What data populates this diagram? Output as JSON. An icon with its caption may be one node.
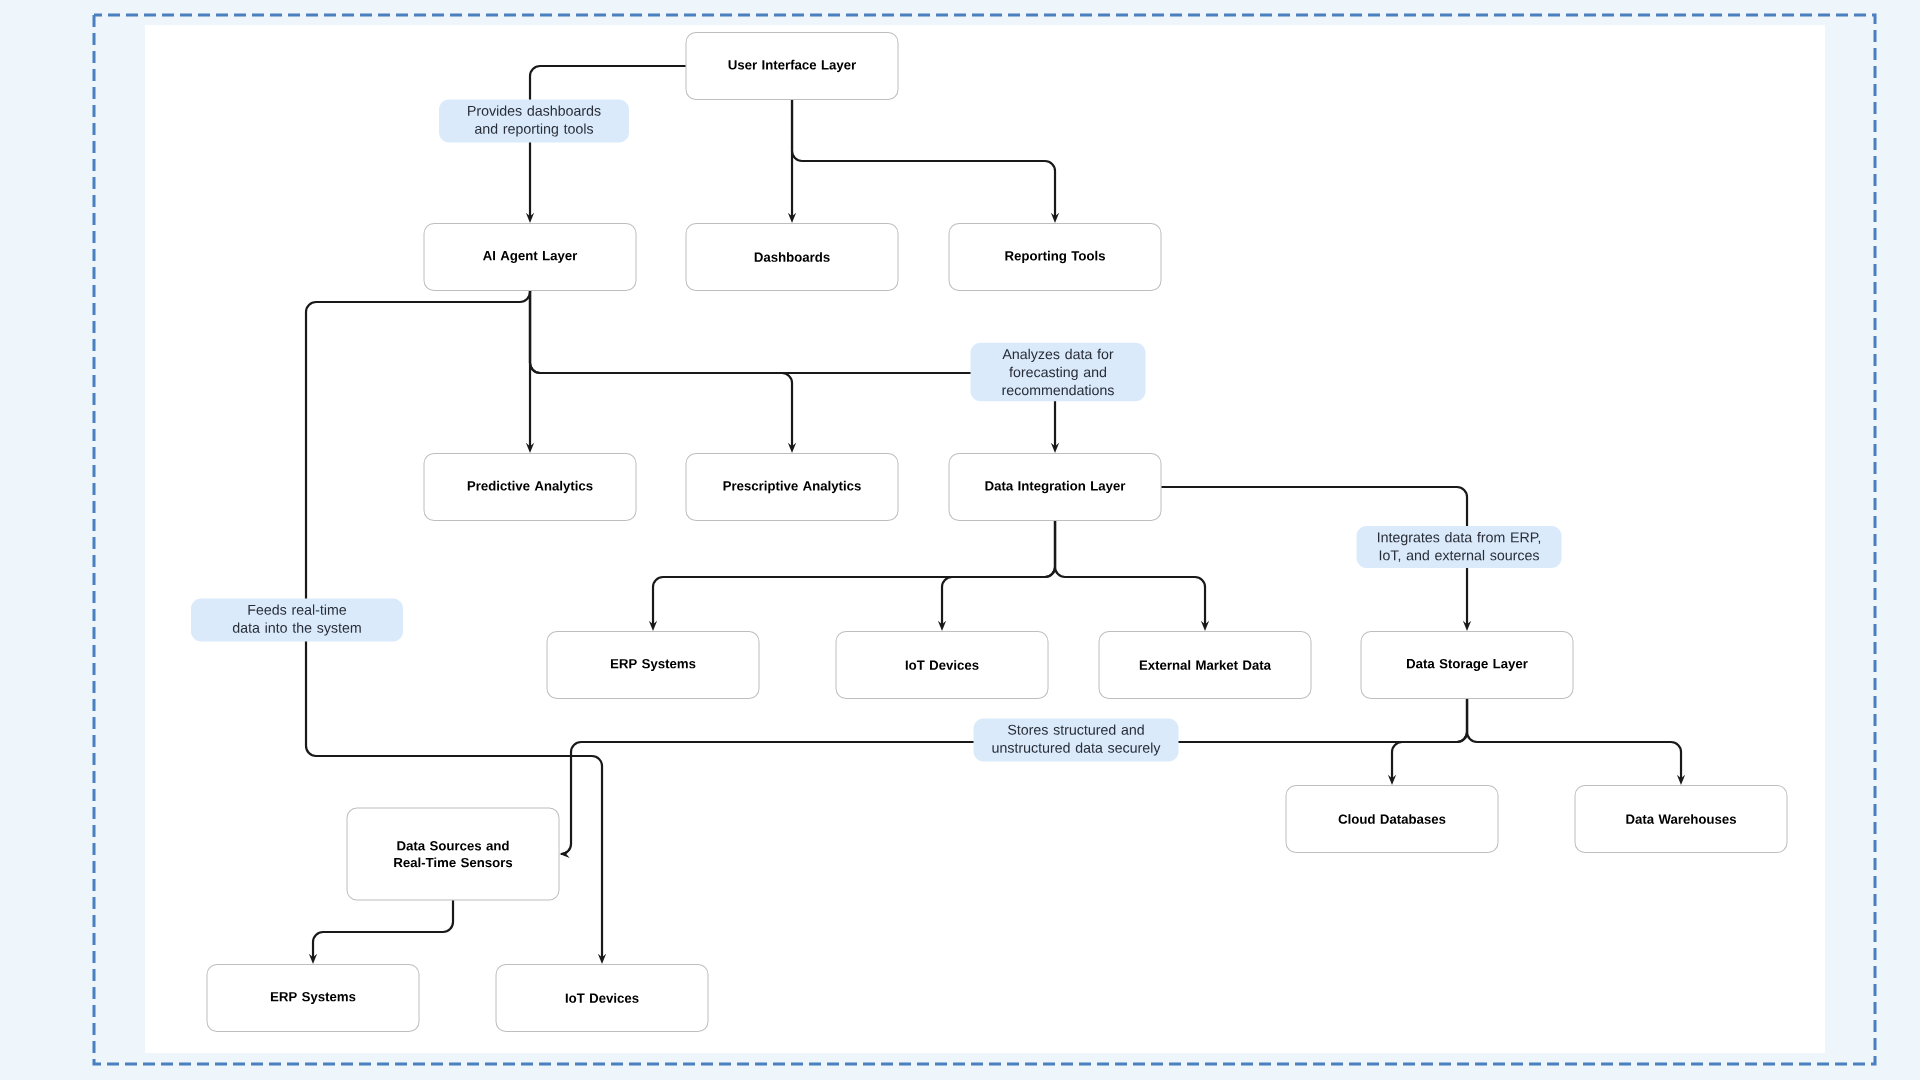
{
  "diagram": {
    "nodes": [
      {
        "text": [
          "User Interface Layer"
        ]
      },
      {
        "text": [
          "AI Agent Layer"
        ]
      },
      {
        "text": [
          "Dashboards"
        ]
      },
      {
        "text": [
          "Reporting Tools"
        ]
      },
      {
        "text": [
          "Predictive Analytics"
        ]
      },
      {
        "text": [
          "Prescriptive Analytics"
        ]
      },
      {
        "text": [
          "Data Integration Layer"
        ]
      },
      {
        "text": [
          "ERP Systems"
        ]
      },
      {
        "text": [
          "IoT Devices"
        ]
      },
      {
        "text": [
          "External Market Data"
        ]
      },
      {
        "text": [
          "Data Storage Layer"
        ]
      },
      {
        "text": [
          "Cloud Databases"
        ]
      },
      {
        "text": [
          "Data Warehouses"
        ]
      },
      {
        "text": [
          "Data Sources and Real-Time Sensors"
        ]
      },
      {
        "text": [
          "ERP Systems"
        ]
      },
      {
        "text": [
          "IoT Devices"
        ]
      }
    ],
    "edges": [
      {
        "from": 0,
        "to": 1,
        "arrow": "to",
        "label": "Provides dashboards and reporting tools"
      },
      {
        "from": 0,
        "to": 2,
        "arrow": "to"
      },
      {
        "from": 0,
        "to": 3,
        "arrow": "to"
      },
      {
        "from": 1,
        "to": 4,
        "arrow": "to"
      },
      {
        "from": 1,
        "to": 5,
        "arrow": "to"
      },
      {
        "from": 1,
        "to": 6,
        "arrow": "to",
        "label": "Analyzes data for forecasting and recommendations"
      },
      {
        "from": 6,
        "to": 7,
        "arrow": "to"
      },
      {
        "from": 6,
        "to": 8,
        "arrow": "to"
      },
      {
        "from": 6,
        "to": 9,
        "arrow": "to"
      },
      {
        "from": 6,
        "to": 10,
        "arrow": "to",
        "label": "Integrates data from ERP, IoT, and external sources"
      },
      {
        "from": 10,
        "to": 11,
        "arrow": "to"
      },
      {
        "from": 10,
        "to": 12,
        "arrow": "to"
      },
      {
        "from": 10,
        "to": 13,
        "arrow": "to",
        "label": "Stores structured and unstructured data securely"
      },
      {
        "from": 1,
        "to": 15,
        "arrow": "to",
        "label": "Feeds real-time data into the system"
      },
      {
        "from": 13,
        "to": 14,
        "arrow": "to"
      }
    ]
  }
}
